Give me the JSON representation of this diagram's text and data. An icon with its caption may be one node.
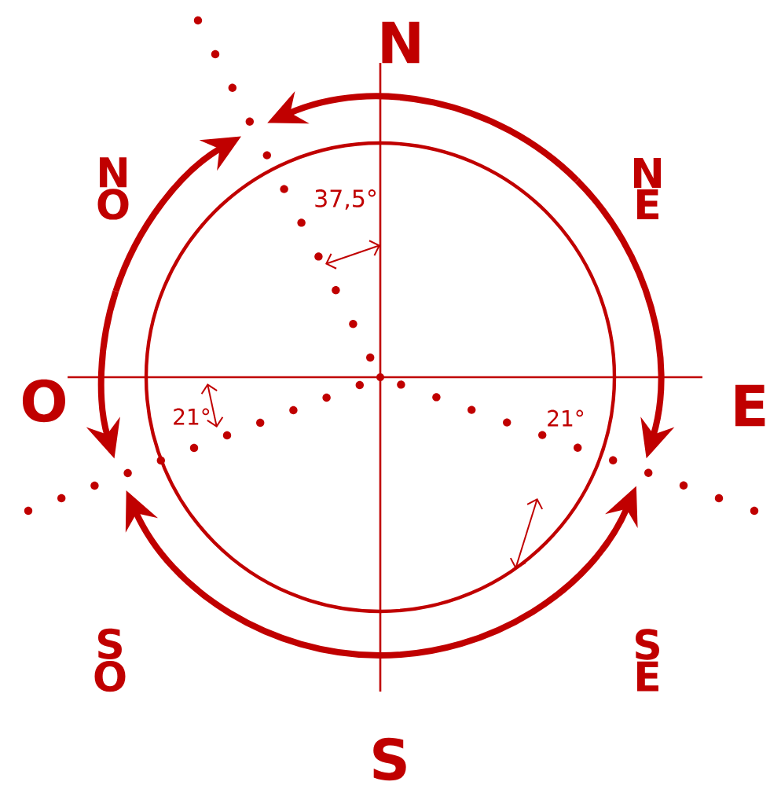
{
  "diagram": {
    "labels": [
      "N",
      "N O",
      "N E",
      "37,5°",
      "O",
      "21°",
      "21°",
      "E",
      "S O",
      "S E",
      "S"
    ]
  }
}
